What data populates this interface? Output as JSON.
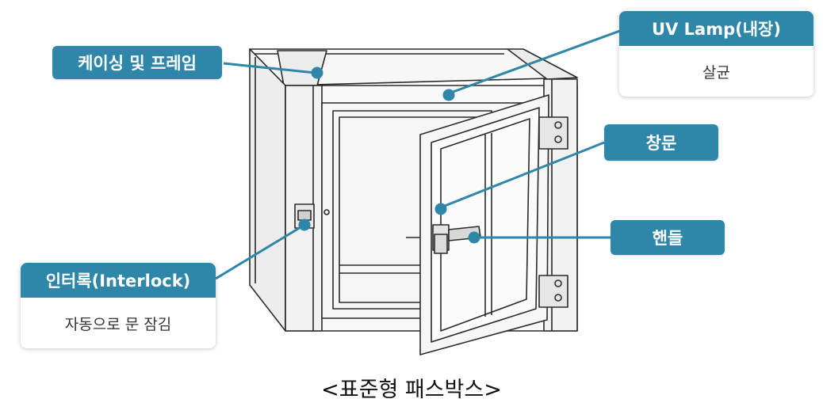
{
  "labels": {
    "casing": "케이싱 및 프레임",
    "uv_lamp": "UV Lamp(내장)",
    "uv_lamp_desc": "살균",
    "window_door": "창문",
    "handle": "핸들",
    "interlock": "인터록(Interlock)",
    "interlock_desc": "자동으로 문 잠김"
  },
  "caption": "<표준형 패스박스>",
  "colors": {
    "accent": "#2e86a8",
    "line": "#2a2a2a",
    "box_fill": "#f4f4f4"
  }
}
